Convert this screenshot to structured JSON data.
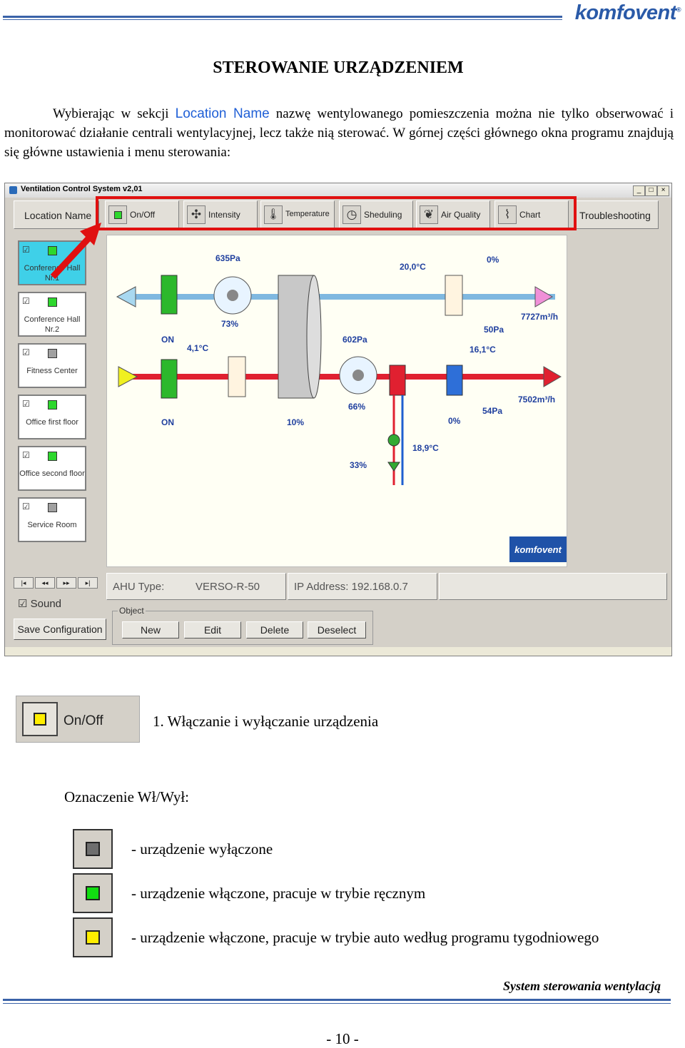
{
  "header": {
    "logo": "komfovent",
    "logo_mark": "®"
  },
  "title": "STEROWANIE URZĄDZENIEM",
  "intro": {
    "part1": "Wybierając w sekcji ",
    "highlight": "Location Name",
    "part2": " nazwę wentylowanego pomieszczenia można nie tylko obserwować i monitorować działanie centrali wentylacyjnej, lecz także nią sterować. W górnej części głównego okna programu znajdują się główne ustawienia i menu sterowania:"
  },
  "window": {
    "title": "Ventilation Control System v2,01",
    "controls": [
      "_",
      "□",
      "×"
    ],
    "toolbar": [
      {
        "label": "Location Name",
        "icon": ""
      },
      {
        "label": "On/Off",
        "icon": "green-square-icon"
      },
      {
        "label": "Intensity",
        "icon": "fan-icon"
      },
      {
        "label": "Temperature",
        "icon": "thermometer-icon"
      },
      {
        "label": "Sheduling",
        "icon": "clock-icon"
      },
      {
        "label": "Air Quality",
        "icon": "leaf-icon"
      },
      {
        "label": "Chart",
        "icon": "chart-icon"
      },
      {
        "label": "Troubleshooting",
        "icon": ""
      }
    ],
    "rooms": [
      {
        "name": "Conference Hall Nr.1",
        "checked": "☑",
        "status": "#2dd72d",
        "selected": true
      },
      {
        "name": "Conference Hall Nr.2",
        "checked": "☑",
        "status": "#2dd72d",
        "selected": false
      },
      {
        "name": "Fitness Center",
        "checked": "☑",
        "status": "#a0a0a0",
        "selected": false
      },
      {
        "name": "Office first floor",
        "checked": "☑",
        "status": "#2dd72d",
        "selected": false
      },
      {
        "name": "Office second floor",
        "checked": "☑",
        "status": "#2dd72d",
        "selected": false
      },
      {
        "name": "Service Room",
        "checked": "☑",
        "status": "#a0a0a0",
        "selected": false
      }
    ],
    "diagram": {
      "p1": "635Pa",
      "t_supply_top": "20,0°C",
      "q_top": "0%",
      "flow_top": "7727m³/h",
      "fan1_pct": "73%",
      "p_filter2": "50Pa",
      "t_out": "4,1°C",
      "p2": "602Pa",
      "t_mid": "16,1°C",
      "flow_bottom": "7502m³/h",
      "damper1": "ON",
      "damper2": "ON",
      "fan2_pct": "66%",
      "p_filter3": "54Pa",
      "rotor_pct": "10%",
      "cool_pct": "0%",
      "t_water": "18,9°C",
      "valve_pct": "33%",
      "brand": "komfovent"
    },
    "nav_symbols": [
      "|◂",
      "◂◂",
      "▸▸",
      "▸|"
    ],
    "ahu_label": "AHU Type:",
    "ahu_value": "VERSO-R-50",
    "ip": "IP Address: 192.168.0.7",
    "sound": "Sound",
    "sound_check": "☑",
    "save": "Save Configuration",
    "object_label": "Object",
    "buttons": [
      "New",
      "Edit",
      "Delete",
      "Deselect"
    ]
  },
  "onoff_button_label": "On/Off",
  "caption": "1. Włączanie i wyłączanie urządzenia",
  "legend_title": "Oznaczenie Wł/Wył:",
  "legend": [
    {
      "color": "#6e6e6e",
      "text": "- urządzenie wyłączone"
    },
    {
      "color": "#11dd11",
      "text": "- urządzenie włączone, pracuje w trybie ręcznym"
    },
    {
      "color": "#ffee00",
      "text": "- urządzenie włączone, pracuje w trybie auto według programu tygodniowego"
    }
  ],
  "footer": {
    "text": "System sterowania wentylacją",
    "page": "- 10 -"
  }
}
